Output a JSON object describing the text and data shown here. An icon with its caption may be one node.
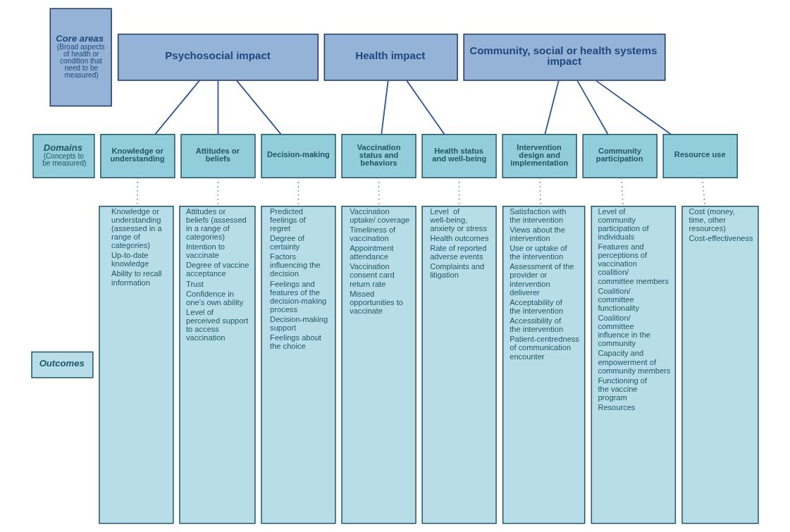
{
  "diagram": {
    "nodes": [
      {
        "text": [
          "Core areas",
          "(Broad aspects of health or condition that need to be measured)"
        ]
      },
      {
        "text": [
          "Psychosocial impact"
        ]
      },
      {
        "text": [
          "Health impact"
        ]
      },
      {
        "text": [
          "Community, social or health systems impact"
        ]
      },
      {
        "text": [
          "Domains",
          "(Concepts to be measured)"
        ]
      },
      {
        "text": [
          "Knowledge or understanding"
        ]
      },
      {
        "text": [
          "Attitudes or beliefs"
        ]
      },
      {
        "text": [
          "Decision-making"
        ]
      },
      {
        "text": [
          "Vaccination status and behaviors"
        ]
      },
      {
        "text": [
          "Health status and well-being"
        ]
      },
      {
        "text": [
          "Intervention design and implementation"
        ]
      },
      {
        "text": [
          "Community participation"
        ]
      },
      {
        "text": [
          "Resource use"
        ]
      },
      {
        "text": [
          "Outcomes"
        ]
      },
      {
        "text": [
          "Knowledge or understanding (assessed in a range of categories)",
          "Up-to-date knowledge",
          "Ability to recall information"
        ]
      },
      {
        "text": [
          "Attitudes or beliefs (assessed in a range of categories)",
          "Intention to vaccinate",
          "Degree of vaccine acceptance",
          "Trust",
          "Confidence in one’s own ability",
          "Level of perceived support to access vaccination"
        ]
      },
      {
        "text": [
          "Predicted feelings of regret",
          "Degree of certainty",
          "Factors influencing the decision",
          "Feelings and features of the decision-making process",
          "Decision-making support",
          "Feelings about the choice"
        ]
      },
      {
        "text": [
          "Vaccination uptake/ coverage",
          "Timeliness of vaccination",
          "Appointment attendance",
          "Vaccination consent card return rate",
          "Missed opportunities to vaccinate"
        ]
      },
      {
        "text": [
          "Level  of well-being, anxiety or stress",
          "Health outcomes",
          "Rate of reported adverse events",
          "Complaints and litigation"
        ]
      },
      {
        "text": [
          "Satisfaction with the intervention",
          "Views about the intervention",
          "Use or uptake of the intervention",
          "Assessment of the provider or intervention deliverer",
          "Acceptability of the intervention",
          "Accessibility of the intervention",
          "Patient-centredness of communication encounter"
        ]
      },
      {
        "text": [
          "Level of community participation of individuals",
          "Features and perceptions of vaccination coalition/ committee members",
          "Coalition/ committee functionality",
          "Coalition/ committee influence in the community",
          "Capacity and empowerment of community members",
          "Functioning of the vaccine program",
          "Resources"
        ]
      },
      {
        "text": [
          "Cost (money, time, other resources)",
          "Cost-effectiveness"
        ]
      }
    ],
    "edges": [
      {
        "from": 1,
        "to": 5,
        "arrow": "none"
      },
      {
        "from": 1,
        "to": 6,
        "arrow": "none"
      },
      {
        "from": 1,
        "to": 7,
        "arrow": "none"
      },
      {
        "from": 2,
        "to": 8,
        "arrow": "none"
      },
      {
        "from": 2,
        "to": 9,
        "arrow": "none"
      },
      {
        "from": 3,
        "to": 10,
        "arrow": "none"
      },
      {
        "from": 3,
        "to": 11,
        "arrow": "none"
      },
      {
        "from": 3,
        "to": 12,
        "arrow": "none"
      },
      {
        "from": 5,
        "to": 14,
        "arrow": "none",
        "style": "dashed"
      },
      {
        "from": 6,
        "to": 15,
        "arrow": "none",
        "style": "dashed"
      },
      {
        "from": 7,
        "to": 16,
        "arrow": "none",
        "style": "dashed"
      },
      {
        "from": 8,
        "to": 17,
        "arrow": "none",
        "style": "dashed"
      },
      {
        "from": 9,
        "to": 18,
        "arrow": "none",
        "style": "dashed"
      },
      {
        "from": 10,
        "to": 19,
        "arrow": "none",
        "style": "dashed"
      },
      {
        "from": 11,
        "to": 20,
        "arrow": "none",
        "style": "dashed"
      },
      {
        "from": 12,
        "to": 21,
        "arrow": "none",
        "style": "dashed"
      }
    ]
  }
}
